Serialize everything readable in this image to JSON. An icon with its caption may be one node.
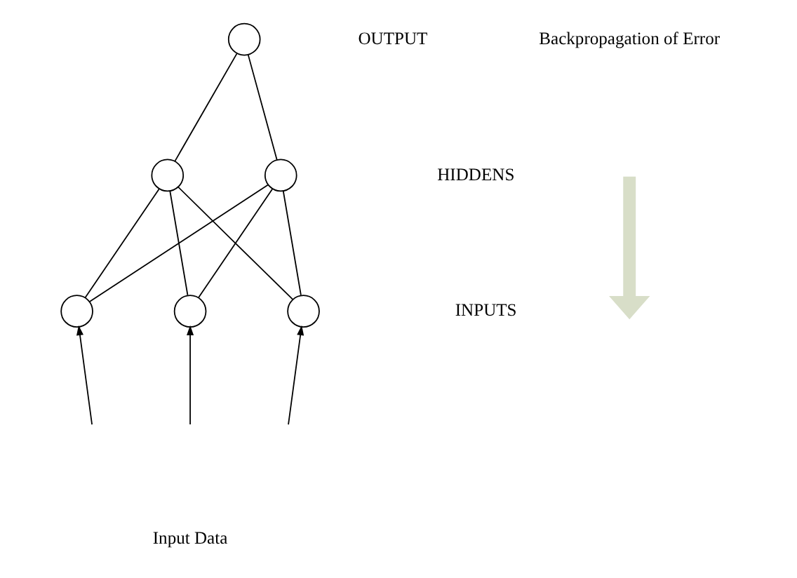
{
  "diagram": {
    "nodes": [
      {
        "text": [],
        "shape": "circle"
      },
      {
        "text": [],
        "shape": "circle"
      },
      {
        "text": [],
        "shape": "circle"
      },
      {
        "text": [],
        "shape": "circle"
      },
      {
        "text": [],
        "shape": "circle"
      },
      {
        "text": [],
        "shape": "circle"
      }
    ],
    "edges": [
      {
        "from": 1,
        "to": 0,
        "arrow": "none"
      },
      {
        "from": 2,
        "to": 0,
        "arrow": "none"
      },
      {
        "from": 3,
        "to": 1,
        "arrow": "none"
      },
      {
        "from": 3,
        "to": 2,
        "arrow": "none"
      },
      {
        "from": 4,
        "to": 1,
        "arrow": "none"
      },
      {
        "from": 4,
        "to": 2,
        "arrow": "none"
      },
      {
        "from": 5,
        "to": 1,
        "arrow": "none"
      },
      {
        "from": 5,
        "to": 2,
        "arrow": "none"
      },
      {
        "from": null,
        "to": 3,
        "arrow": "to"
      },
      {
        "from": null,
        "to": 4,
        "arrow": "to"
      },
      {
        "from": null,
        "to": 5,
        "arrow": "to"
      }
    ],
    "labels": [
      "Backpropagation of Error",
      "OUTPUT",
      "HIDDENS",
      "INPUTS",
      "Input Data"
    ]
  }
}
